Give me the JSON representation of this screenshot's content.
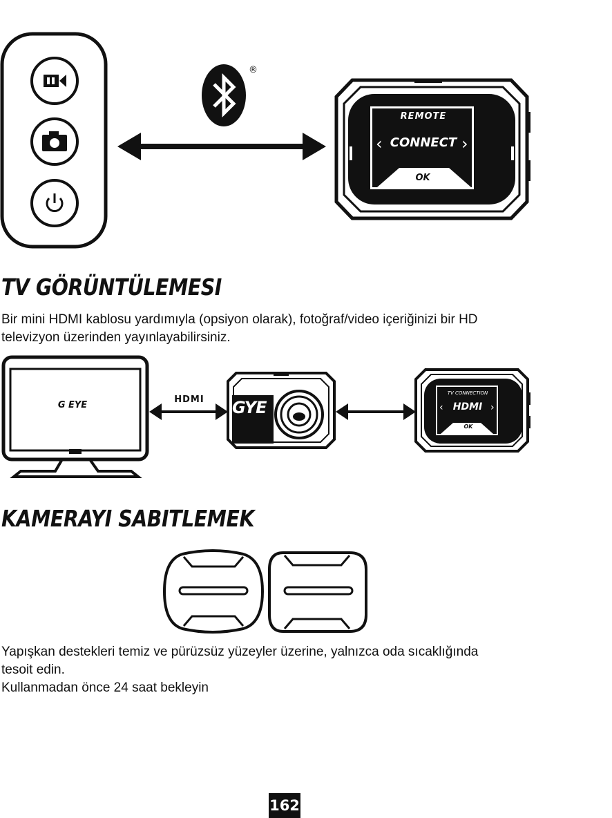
{
  "remote_section": {
    "bluetooth_symbol": "®",
    "camera_screen": {
      "title": "REMOTE",
      "option_label": "CONNECT",
      "ok_label": "OK",
      "left_chevron": "‹",
      "right_chevron": "›"
    },
    "icons": [
      "video-camera-icon",
      "photo-camera-icon",
      "power-icon",
      "bluetooth-icon"
    ]
  },
  "tv_section": {
    "heading": "TV GÖRÜNTÜLEMESI",
    "paragraph_line1": "Bir mini HDMI kablosu yardımıyla (opsiyon olarak), fotoğraf/video içeriğinizi bir HD",
    "paragraph_line2": "televizyon üzerinden yayınlayabilirsiniz.",
    "tv_logo": "G EYE",
    "cable_label": "HDMI",
    "camera_front_logo": "GYE",
    "camera_screen": {
      "title": "TV CONNECTION",
      "option_label": "HDMI",
      "ok_label": "OK"
    }
  },
  "mount_section": {
    "heading": "KAMERAYI SABITLEMEK",
    "paragraph_line1": "Yapışkan destekleri temiz ve pürüzsüz yüzeyler üzerine, yalnızca oda sıcaklığında",
    "paragraph_line2": "tesoit edin.",
    "paragraph_line3": "Kullanmadan önce 24 saat bekleyin"
  },
  "page_number": "162"
}
